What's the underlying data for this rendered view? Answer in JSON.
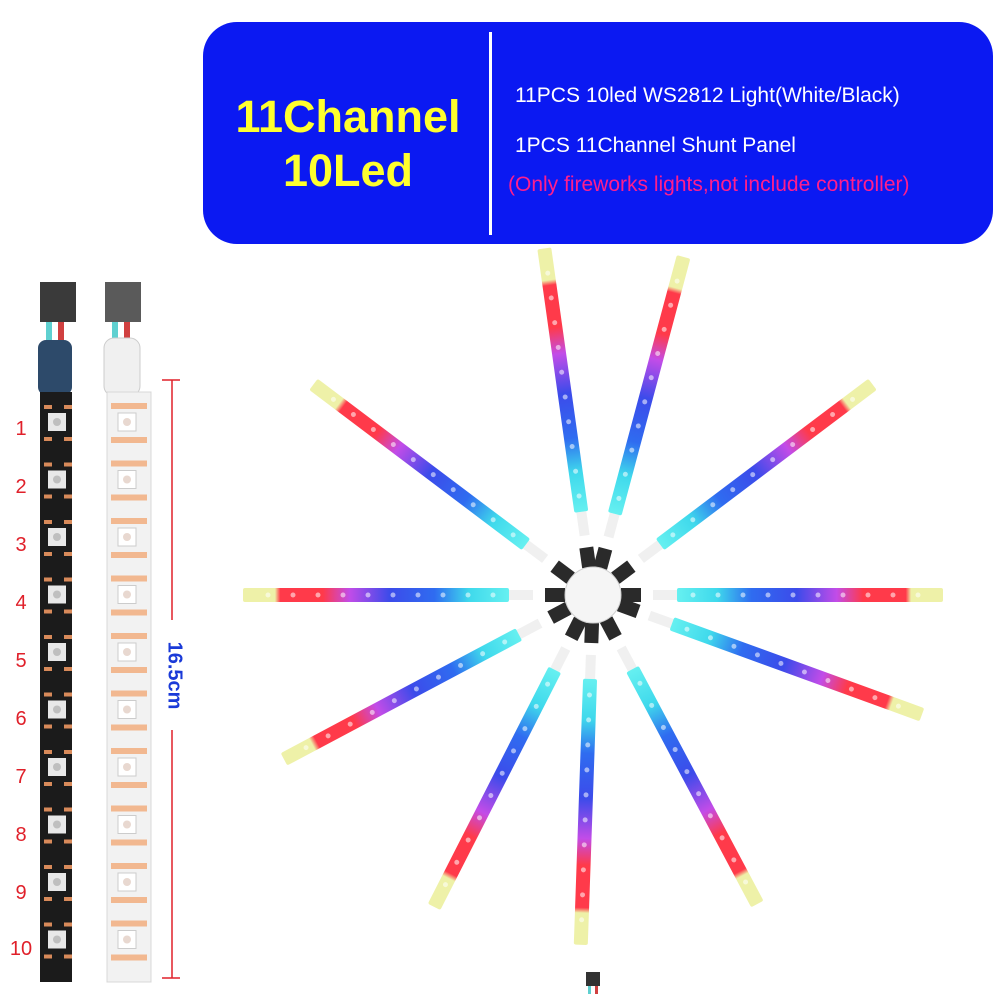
{
  "banner": {
    "title_line1": "11Channel",
    "title_line2": "10Led",
    "item1": "11PCS 10led WS2812 Light(White/Black)",
    "item2": "1PCS 11Channel Shunt Panel",
    "note": "(Only fireworks lights,not include controller)"
  },
  "strip_labels": [
    "1",
    "2",
    "3",
    "4",
    "5",
    "6",
    "7",
    "8",
    "9",
    "10"
  ],
  "length_label": "16.5cm",
  "colors": {
    "banner_bg": "#0b19f2",
    "title_yellow": "#ffff2e",
    "note_pink": "#ff1e8c",
    "number_red": "#e0202a",
    "measure_blue": "#1a3ad8"
  }
}
